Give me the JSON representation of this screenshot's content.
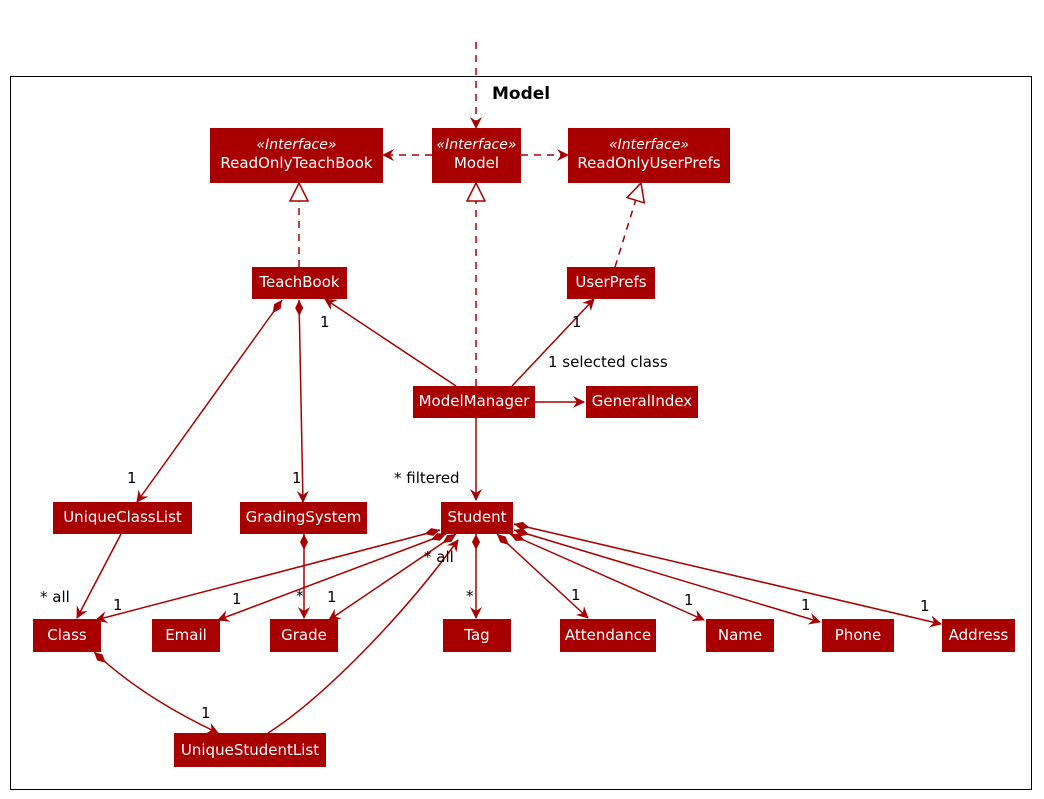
{
  "package": {
    "title": "Model"
  },
  "stereotype": "«Interface»",
  "classes": {
    "readonly_teachbook": "ReadOnlyTeachBook",
    "model": "Model",
    "readonly_userprefs": "ReadOnlyUserPrefs",
    "teachbook": "TeachBook",
    "userprefs": "UserPrefs",
    "model_manager": "ModelManager",
    "general_index": "GeneralIndex",
    "unique_class_list": "UniqueClassList",
    "grading_system": "GradingSystem",
    "student": "Student",
    "class": "Class",
    "email": "Email",
    "grade": "Grade",
    "tag": "Tag",
    "attendance": "Attendance",
    "name": "Name",
    "phone": "Phone",
    "address": "Address",
    "unique_student_list": "UniqueStudentList"
  },
  "labels": {
    "tb_mult": "1",
    "up_mult": "1",
    "selected_class": "1 selected class",
    "filtered": "* filtered",
    "ucl_mult": "1",
    "gs_mult": "1",
    "all_class": "* all",
    "class_mult": "1",
    "email_mult": "1",
    "grade_star": "*",
    "grade_mult": "1",
    "all_student": "* all",
    "tag_star": "*",
    "att_mult": "1",
    "name_mult": "1",
    "phone_mult": "1",
    "addr_mult": "1",
    "usl_mult": "1"
  },
  "colors": {
    "class_fill": "#a80000",
    "edge": "#a80000",
    "text": "#ffffff"
  }
}
